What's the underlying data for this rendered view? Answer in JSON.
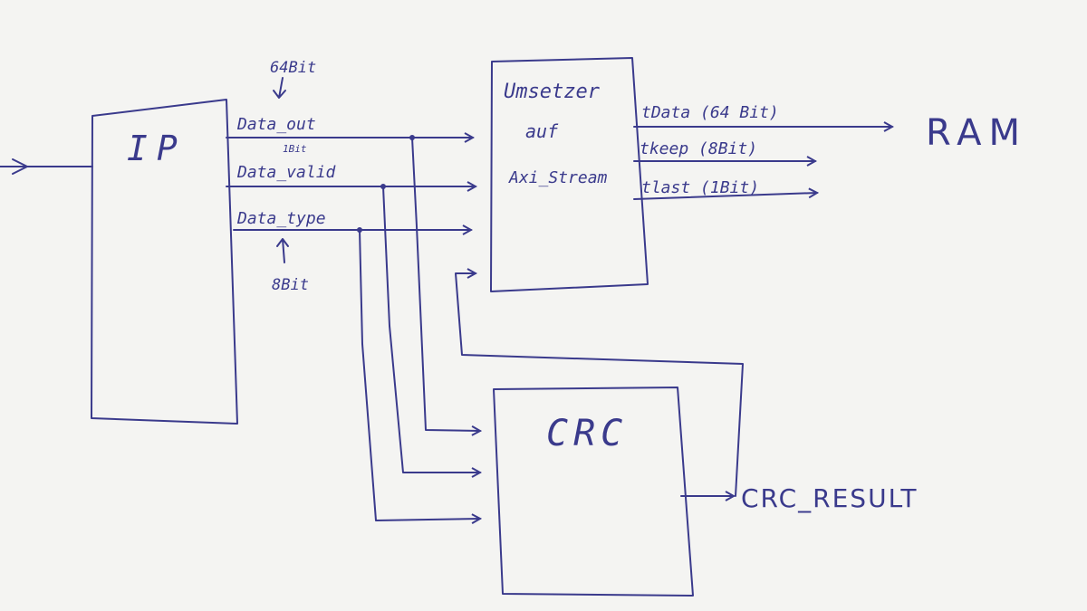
{
  "blocks": {
    "ip": "IP",
    "converter": [
      "Umsetzer",
      "auf",
      "Axi_Stream"
    ],
    "crc": "CRC"
  },
  "signals": {
    "data_out": "Data_out",
    "data_valid": "Data_valid",
    "data_type": "Data_type",
    "data_out_width": "64Bit",
    "data_valid_width": "1Bit",
    "data_type_width": "8Bit"
  },
  "outputs": {
    "tdata": "tData (64 Bit)",
    "tkeep": "tkeep (8Bit)",
    "tlast": "tlast (1Bit)",
    "ram": "RAM",
    "crc_result": "CRC_RESULT"
  },
  "colors": {
    "ink": "#3a3a8c",
    "paper": "#f4f4f2"
  }
}
